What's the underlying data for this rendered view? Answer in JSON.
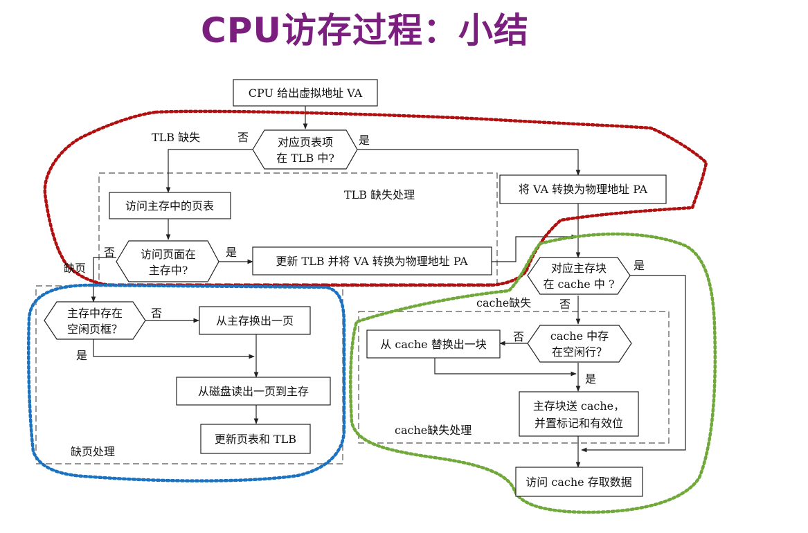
{
  "title": "CPU访存过程：小结",
  "nodes": {
    "start": "CPU 给出虚拟地址 VA",
    "tlb_check_1": "对应页表项",
    "tlb_check_2": "在 TLB 中?",
    "va_to_pa": "将 VA 转换为物理地址 PA",
    "visit_page_table": "访问主存中的页表",
    "page_check_1": "访问页面在",
    "page_check_2": "主存中?",
    "update_tlb_convert": "更新 TLB 并将 VA 转换为物理地址 PA",
    "cache_check_1": "对应主存块",
    "cache_check_2": "在 cache 中 ?",
    "free_frame_check_1": "主存中存在",
    "free_frame_check_2": "空闲页框？",
    "swap_out_page": "从主存换出一页",
    "read_disk": "从磁盘读出一页到主存",
    "update_page_table": "更新页表和 TLB",
    "cache_free_check_1": "cache 中存",
    "cache_free_check_2": "在空闲行？",
    "cache_replace": "从 cache 替换出一块",
    "send_block_1": "主存块送 cache，",
    "send_block_2": "并置标记和有效位",
    "access_data": "访问 cache 存取数据"
  },
  "labels": {
    "tlb_miss": "TLB 缺失",
    "tlb_no": "否",
    "tlb_yes": "是",
    "tlb_miss_handling": "TLB 缺失处理",
    "page_no": "否",
    "page_yes": "是",
    "page_fault": "缺页",
    "frame_no": "否",
    "frame_yes": "是",
    "page_fault_handling": "缺页处理",
    "cache_yes": "是",
    "cache_no": "否",
    "cache_miss": "cache缺失",
    "cache_free_no": "否",
    "cache_free_yes": "是",
    "cache_miss_handling": "cache缺失处理"
  },
  "colors": {
    "title": "#7b1f7e",
    "tlb_region": "#b01010",
    "page_fault_region": "#1a72c0",
    "cache_region": "#70a83a"
  }
}
